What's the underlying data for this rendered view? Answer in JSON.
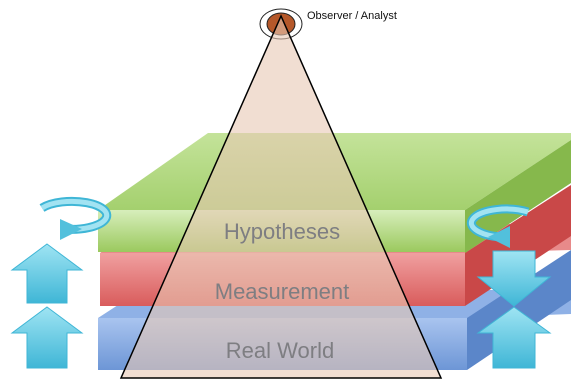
{
  "observer": {
    "label": "Observer / Analyst"
  },
  "layers": [
    {
      "id": "hypotheses",
      "label": "Hypotheses",
      "color": "#9acb5c"
    },
    {
      "id": "measurement",
      "label": "Measurement",
      "color": "#e06060"
    },
    {
      "id": "real_world",
      "label": "Real World",
      "color": "#6f9ad8"
    }
  ],
  "colors": {
    "pyramid_fill": "#e8c8b4",
    "observer_head": "#b5582a",
    "arrow": "#5ec6df"
  },
  "icons": [
    "circular-arrow-left-icon",
    "circular-arrow-right-icon",
    "arrow-up-icon",
    "arrow-down-icon"
  ]
}
